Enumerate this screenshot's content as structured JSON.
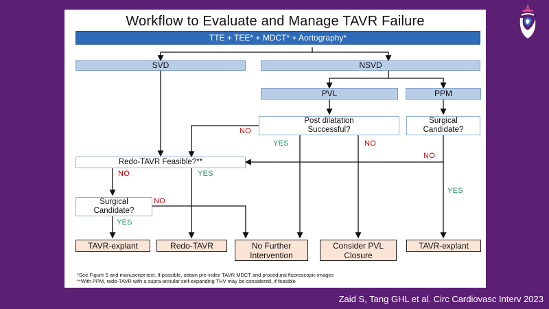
{
  "title": "Workflow to Evaluate and Manage TAVR Failure",
  "nodes": {
    "imaging": "TTE + TEE* + MDCT* + Aortography*",
    "svd": "SVD",
    "nsvd": "NSVD",
    "pvl": "PVL",
    "ppm": "PPM",
    "post_dilatation": "Post dilatation Successful?",
    "surgical_candidate_right": "Surgical Candidate?",
    "redo_feasible": "Redo-TAVR Feasible?**",
    "surgical_candidate_left": "Surgical Candidate?"
  },
  "outcomes": {
    "tavr_explant_left": "TAVR-explant",
    "redo_tavr": "Redo-TAVR",
    "no_further": "No Further Intervention",
    "consider_pvl": "Consider PVL Closure",
    "tavr_explant_right": "TAVR-explant"
  },
  "labels": {
    "no_post_dilatation": "NO",
    "yes_post_dilatation": "YES",
    "no_post_dilatation_right": "NO",
    "no_surgical_right": "NO",
    "yes_surgical_right": "YES",
    "no_redo": "NO",
    "yes_redo": "YES",
    "no_surgical_left": "NO",
    "yes_surgical_left": "YES"
  },
  "footnotes": {
    "line1": "*See Figure 5 and manuscript text. If possible, obtain pre-index TAVR MDCT and procedural fluoroscopic images",
    "line2": "**With PPM, redo-TAVR with a supra-annular self-expanding THV may be considered, if feasible"
  },
  "citation": "Zaid S, Tang GHL et al. Circ Cardiovasc Interv 2023",
  "logo_icon": "society-logo-icon"
}
